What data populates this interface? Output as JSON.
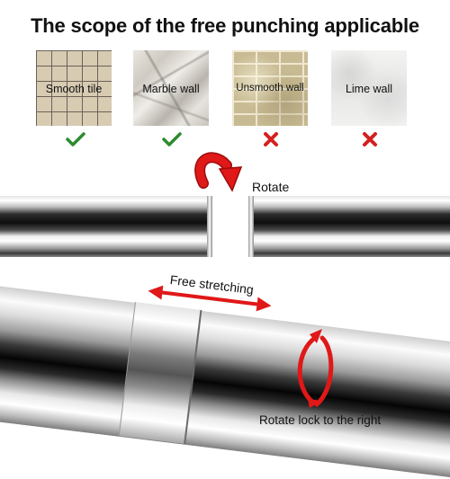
{
  "title": "The scope of the free punching applicable",
  "surfaces": [
    {
      "label": "Smooth tile",
      "applicable": true
    },
    {
      "label": "Marble wall",
      "applicable": true
    },
    {
      "label": "Unsmooth wall",
      "applicable": false
    },
    {
      "label": "Lime wall",
      "applicable": false
    }
  ],
  "annotations": {
    "rotate": "Rotate",
    "free_stretching": "Free stretching",
    "rotate_lock": "Rotate lock to the right"
  },
  "colors": {
    "check": "#2e8b2e",
    "cross": "#d42020",
    "arrow": "#e01818"
  },
  "icons": {
    "check": "check-mark-icon",
    "cross": "cross-mark-icon",
    "rotate": "curved-rotate-arrow-icon",
    "stretch": "double-headed-arrow-icon",
    "lock": "rotate-lock-arrows-icon"
  }
}
